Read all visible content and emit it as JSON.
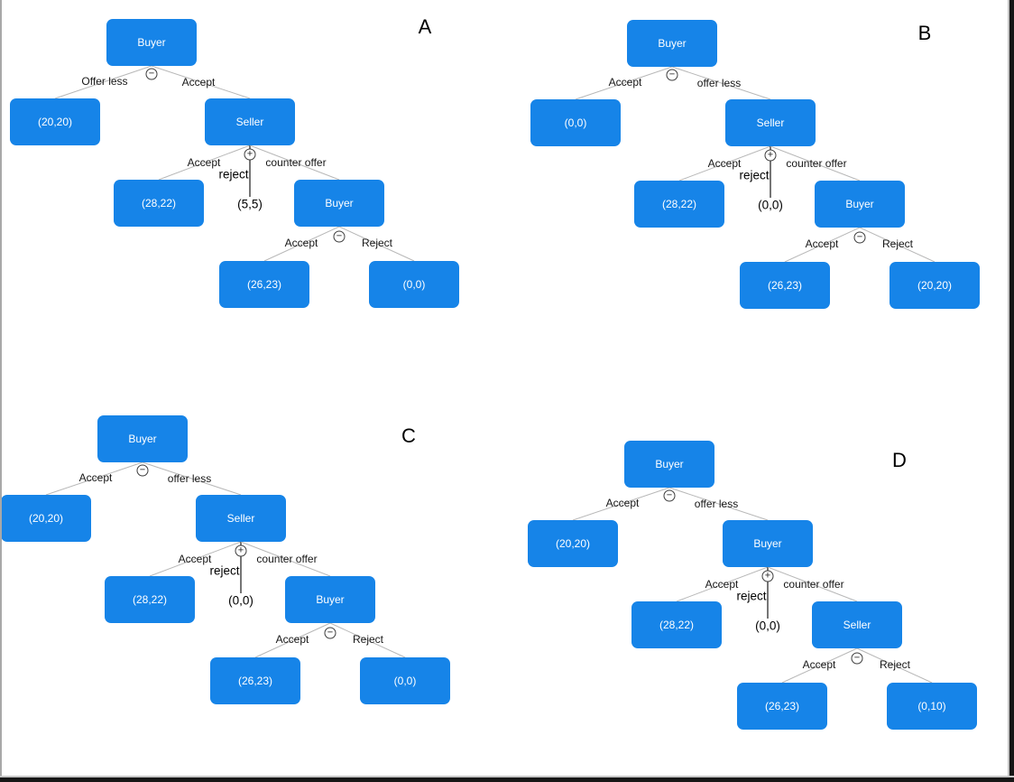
{
  "figure": {
    "description_labels": [
      "A",
      "B",
      "C",
      "D"
    ]
  },
  "colors": {
    "node_blue": "#1684e8",
    "node_text": "#ffffff",
    "edge_gray": "#b8b8b8",
    "reject_line": "#2b2b2b",
    "frame_dark": "#161616",
    "frame_gray": "#a8a8a8"
  },
  "trees": {
    "a": {
      "letter": "A",
      "root": "Buyer",
      "root_op": "−",
      "edge_root_left": "Offer less",
      "edge_root_right": "Accept",
      "leaf_left": "(20,20)",
      "node2": "Seller",
      "node2_op": "+",
      "edge2_left": "Accept",
      "edge2_mid": "reject",
      "edge2_right": "counter offer",
      "leaf2": "(28,22)",
      "mid_terminal": "(5,5)",
      "node3": "Buyer",
      "node3_op": "−",
      "edge3_left": "Accept",
      "edge3_right": "Reject",
      "leaf3_left": "(26,23)",
      "leaf3_right": "(0,0)"
    },
    "b": {
      "letter": "B",
      "root": "Buyer",
      "root_op": "−",
      "edge_root_left": "Accept",
      "edge_root_right": "offer less",
      "leaf_left": "(0,0)",
      "node2": "Seller",
      "node2_op": "+",
      "edge2_left": "Accept",
      "edge2_mid": "reject",
      "edge2_right": "counter offer",
      "leaf2": "(28,22)",
      "mid_terminal": "(0,0)",
      "node3": "Buyer",
      "node3_op": "−",
      "edge3_left": "Accept",
      "edge3_right": "Reject",
      "leaf3_left": "(26,23)",
      "leaf3_right": "(20,20)"
    },
    "c": {
      "letter": "C",
      "root": "Buyer",
      "root_op": "−",
      "edge_root_left": "Accept",
      "edge_root_right": "offer less",
      "leaf_left": "(20,20)",
      "node2": "Seller",
      "node2_op": "+",
      "edge2_left": "Accept",
      "edge2_mid": "reject",
      "edge2_right": "counter offer",
      "leaf2": "(28,22)",
      "mid_terminal": "(0,0)",
      "node3": "Buyer",
      "node3_op": "−",
      "edge3_left": "Accept",
      "edge3_right": "Reject",
      "leaf3_left": "(26,23)",
      "leaf3_right": "(0,0)"
    },
    "d": {
      "letter": "D",
      "root": "Buyer",
      "root_op": "−",
      "edge_root_left": "Accept",
      "edge_root_right": "offer less",
      "leaf_left": "(20,20)",
      "node2": "Buyer",
      "node2_op": "+",
      "edge2_left": "Accept",
      "edge2_mid": "reject",
      "edge2_right": "counter offer",
      "leaf2": "(28,22)",
      "mid_terminal": "(0,0)",
      "node3": "Seller",
      "node3_op": "−",
      "edge3_left": "Accept",
      "edge3_right": "Reject",
      "leaf3_left": "(26,23)",
      "leaf3_right": "(0,10)"
    }
  }
}
